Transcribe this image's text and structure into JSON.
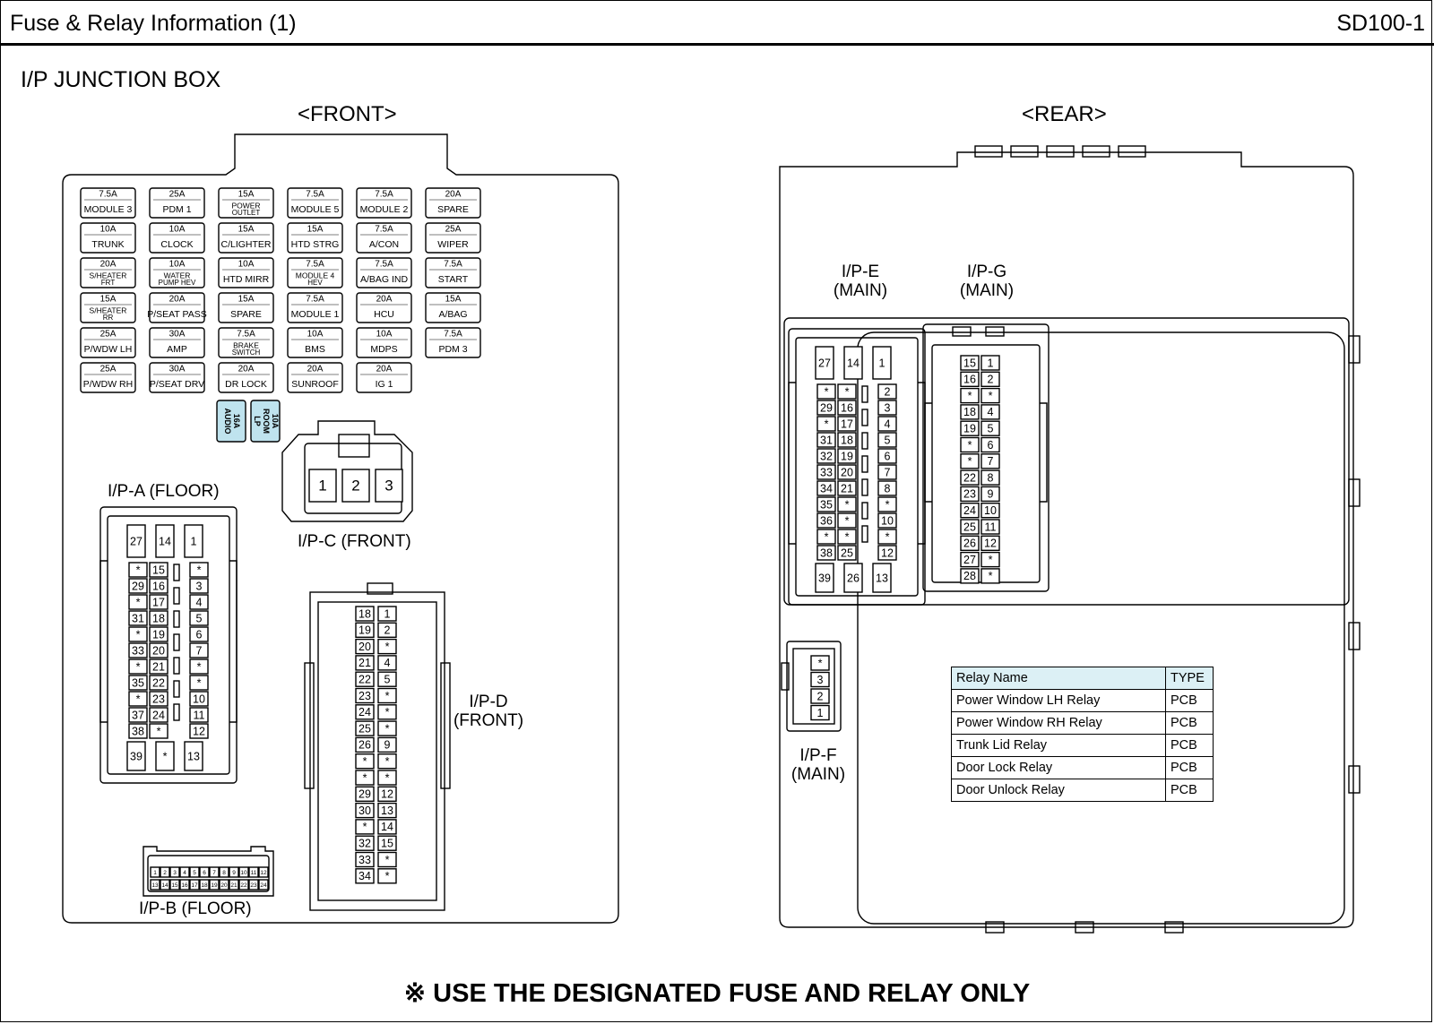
{
  "header": {
    "title": "Fuse & Relay Information (1)",
    "code": "SD100-1"
  },
  "section_title": "I/P JUNCTION BOX",
  "front_label": "<FRONT>",
  "rear_label": "<REAR>",
  "fuses": [
    [
      [
        "7.5A",
        "MODULE 3"
      ],
      [
        "25A",
        "PDM 1"
      ],
      [
        "15A",
        "POWER|OUTLET"
      ],
      [
        "7.5A",
        "MODULE 5"
      ],
      [
        "7.5A",
        "MODULE 2"
      ],
      [
        "20A",
        "SPARE"
      ]
    ],
    [
      [
        "10A",
        "TRUNK"
      ],
      [
        "10A",
        "CLOCK"
      ],
      [
        "15A",
        "C/LIGHTER"
      ],
      [
        "15A",
        "HTD STRG"
      ],
      [
        "7.5A",
        "A/CON"
      ],
      [
        "25A",
        "WIPER"
      ]
    ],
    [
      [
        "20A",
        "S/HEATER|FRT"
      ],
      [
        "10A",
        "WATER|PUMP HEV"
      ],
      [
        "10A",
        "HTD MIRR"
      ],
      [
        "7.5A",
        "MODULE 4|HEV"
      ],
      [
        "7.5A",
        "A/BAG IND"
      ],
      [
        "7.5A",
        "START"
      ]
    ],
    [
      [
        "15A",
        "S/HEATER|RR"
      ],
      [
        "20A",
        "P/SEAT PASS"
      ],
      [
        "15A",
        "SPARE"
      ],
      [
        "7.5A",
        "MODULE 1"
      ],
      [
        "20A",
        "HCU"
      ],
      [
        "15A",
        "A/BAG"
      ]
    ],
    [
      [
        "25A",
        "P/WDW LH"
      ],
      [
        "30A",
        "AMP"
      ],
      [
        "7.5A",
        "BRAKE|SWITCH"
      ],
      [
        "10A",
        "BMS"
      ],
      [
        "10A",
        "MDPS"
      ],
      [
        "7.5A",
        "PDM 3"
      ]
    ],
    [
      [
        "25A",
        "P/WDW RH"
      ],
      [
        "30A",
        "P/SEAT DRV"
      ],
      [
        "20A",
        "DR LOCK"
      ],
      [
        "20A",
        "SUNROOF"
      ],
      [
        "20A",
        "IG 1"
      ]
    ]
  ],
  "mini_fuses": [
    [
      "16A",
      "AUDIO"
    ],
    [
      "10A",
      "ROOM|LP"
    ]
  ],
  "connectors": {
    "ipa": {
      "label": "I/P-A (FLOOR)",
      "top": [
        "27",
        "14",
        "1"
      ],
      "left": [
        [
          "*",
          "15"
        ],
        [
          "29",
          "16"
        ],
        [
          "*",
          "17"
        ],
        [
          "31",
          "18"
        ],
        [
          "*",
          "19"
        ],
        [
          "33",
          "20"
        ],
        [
          "*",
          "21"
        ],
        [
          "35",
          "22"
        ],
        [
          "*",
          "23"
        ],
        [
          "37",
          "24"
        ],
        [
          "38",
          "*"
        ]
      ],
      "right": [
        "*",
        "3",
        "4",
        "5",
        "6",
        "7",
        "*",
        "*",
        "10",
        "11",
        "12"
      ],
      "bottom": [
        "39",
        "*",
        "13"
      ]
    },
    "ipe": {
      "label": "I/P-E|(MAIN)",
      "top": [
        "27",
        "14",
        "1"
      ],
      "left": [
        [
          "*",
          "*"
        ],
        [
          "29",
          "16"
        ],
        [
          "*",
          "17"
        ],
        [
          "31",
          "18"
        ],
        [
          "32",
          "19"
        ],
        [
          "33",
          "20"
        ],
        [
          "34",
          "21"
        ],
        [
          "35",
          "*"
        ],
        [
          "36",
          "*"
        ],
        [
          "*",
          "*"
        ],
        [
          "38",
          "25"
        ]
      ],
      "right": [
        "2",
        "3",
        "4",
        "5",
        "6",
        "7",
        "8",
        "*",
        "10",
        "*",
        "12"
      ],
      "bottom": [
        "39",
        "26",
        "13"
      ]
    },
    "ipg": {
      "label": "I/P-G|(MAIN)",
      "rows": [
        [
          "15",
          "1"
        ],
        [
          "16",
          "2"
        ],
        [
          "*",
          "*"
        ],
        [
          "18",
          "4"
        ],
        [
          "19",
          "5"
        ],
        [
          "*",
          "6"
        ],
        [
          "*",
          "7"
        ],
        [
          "22",
          "8"
        ],
        [
          "23",
          "9"
        ],
        [
          "24",
          "10"
        ],
        [
          "25",
          "11"
        ],
        [
          "26",
          "12"
        ],
        [
          "27",
          "*"
        ],
        [
          "28",
          "*"
        ]
      ]
    },
    "ipd": {
      "label": "I/P-D|(FRONT)",
      "rows": [
        [
          "18",
          "1"
        ],
        [
          "19",
          "2"
        ],
        [
          "20",
          "*"
        ],
        [
          "21",
          "4"
        ],
        [
          "22",
          "5"
        ],
        [
          "23",
          "*"
        ],
        [
          "24",
          "*"
        ],
        [
          "25",
          "*"
        ],
        [
          "26",
          "9"
        ],
        [
          "*",
          "*"
        ],
        [
          "*",
          "*"
        ],
        [
          "29",
          "12"
        ],
        [
          "30",
          "13"
        ],
        [
          "*",
          "14"
        ],
        [
          "32",
          "15"
        ],
        [
          "33",
          "*"
        ],
        [
          "34",
          "*"
        ]
      ]
    },
    "ipc": {
      "label": "I/P-C (FRONT)",
      "pins": [
        "1",
        "2",
        "3"
      ]
    },
    "ipb": {
      "label": "I/P-B (FLOOR)",
      "top": [
        "1",
        "2",
        "3",
        "4",
        "5",
        "6",
        "7",
        "8",
        "9",
        "10",
        "11",
        "12"
      ],
      "bottom": [
        "13",
        "14",
        "15",
        "16",
        "17",
        "18",
        "19",
        "20",
        "21",
        "22",
        "23",
        "24"
      ]
    },
    "ipf": {
      "label": "I/P-F|(MAIN)",
      "pins": [
        "*",
        "3",
        "2",
        "1"
      ]
    }
  },
  "relay_table": {
    "headers": [
      "Relay Name",
      "TYPE"
    ],
    "rows": [
      [
        "Power Window LH Relay",
        "PCB"
      ],
      [
        "Power Window RH Relay",
        "PCB"
      ],
      [
        "Trunk Lid Relay",
        "PCB"
      ],
      [
        "Door Lock Relay",
        "PCB"
      ],
      [
        "Door Unlock Relay",
        "PCB"
      ]
    ]
  },
  "notice": "※ USE THE DESIGNATED FUSE AND RELAY ONLY",
  "colors": {
    "line": "#000000",
    "mini_fuse_fill": "#bfe3ee",
    "table_header_fill": "#dcf0f5"
  }
}
